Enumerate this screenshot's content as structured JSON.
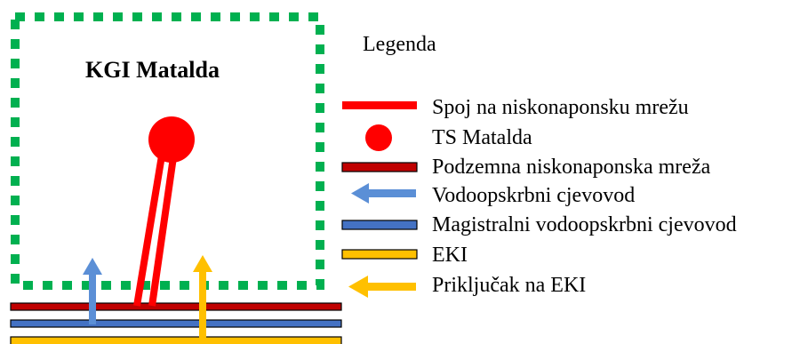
{
  "area_label": "KGI Matalda",
  "legend": {
    "title": "Legenda",
    "items": [
      {
        "label": "Spoj na niskonaponsku mrežu",
        "symbol": "thick-line",
        "color": "#ff0000"
      },
      {
        "label": "TS Matalda",
        "symbol": "filled-circle",
        "color": "#ff0000"
      },
      {
        "label": "Podzemna niskonaponska mreža",
        "symbol": "outlined-bar",
        "color": "#c00000"
      },
      {
        "label": "Vodoopskrbni cjevovod",
        "symbol": "left-arrow",
        "color": "#5b8fd6"
      },
      {
        "label": "Magistralni vodoopskrbni cjevovod",
        "symbol": "outlined-bar",
        "color": "#4472c4"
      },
      {
        "label": "EKI",
        "symbol": "outlined-bar",
        "color": "#ffc000"
      },
      {
        "label": "Priključak na EKI",
        "symbol": "left-arrow",
        "color": "#ffc000"
      }
    ]
  },
  "colors": {
    "boundary_dash": "#00b050",
    "power_connection": "#ff0000",
    "substation": "#ff0000",
    "underground_lv_network": "#c00000",
    "water_pipe": "#5b8fd6",
    "main_water_pipe": "#4472c4",
    "eki": "#ffc000"
  }
}
